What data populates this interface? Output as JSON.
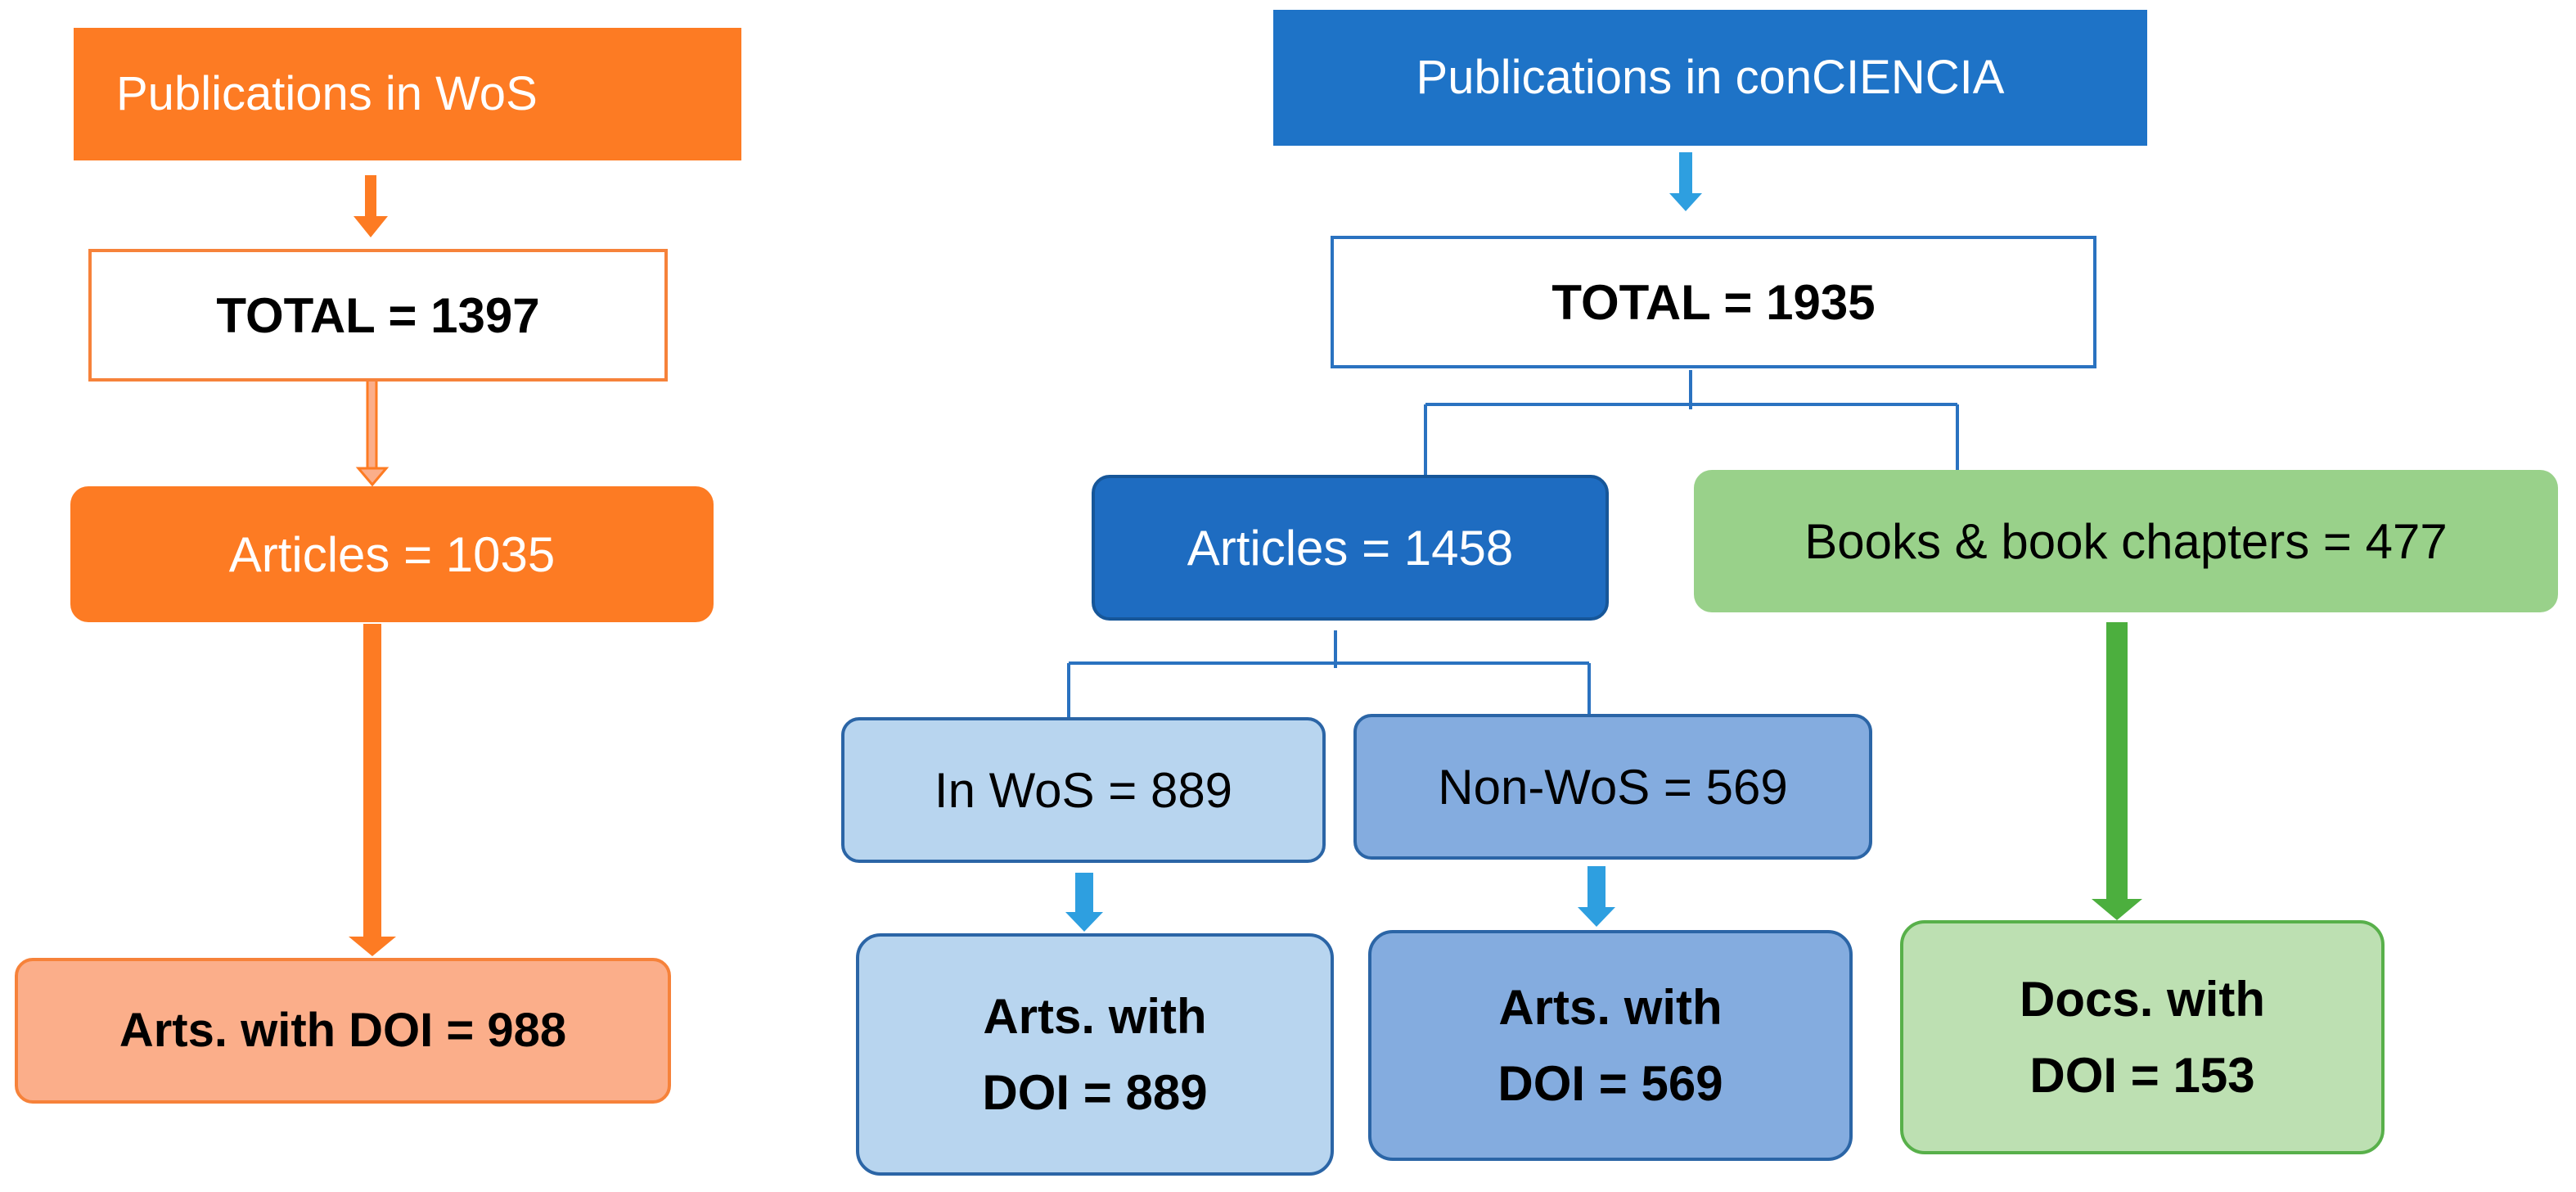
{
  "wos": {
    "title": "Publications in WoS",
    "total": "TOTAL = 1397",
    "articles": "Articles = 1035",
    "arts_with_doi": "Arts. with DOI = 988"
  },
  "conciencia": {
    "title": "Publications in conCIENCIA",
    "total": "TOTAL = 1935",
    "articles": "Articles = 1458",
    "books": "Books & book chapters = 477",
    "in_wos": "In WoS = 889",
    "non_wos": "Non-WoS = 569",
    "in_wos_doi": {
      "line1": "Arts. with",
      "line2": "DOI = 889"
    },
    "non_wos_doi": {
      "line1": "Arts. with",
      "line2": "DOI = 569"
    },
    "books_doi": {
      "line1": "Docs. with",
      "line2": "DOI = 153"
    }
  },
  "colors": {
    "orange": "#fd7b23",
    "orange_light": "#fbae8a",
    "blue": "#1e73c7",
    "blue_light": "#b8d5ef",
    "blue_mid": "#84acdf",
    "green": "#99d18a",
    "green_light": "#bde0b2",
    "arrow_blue": "#2e9fe0",
    "arrow_green": "#4caf3e"
  }
}
